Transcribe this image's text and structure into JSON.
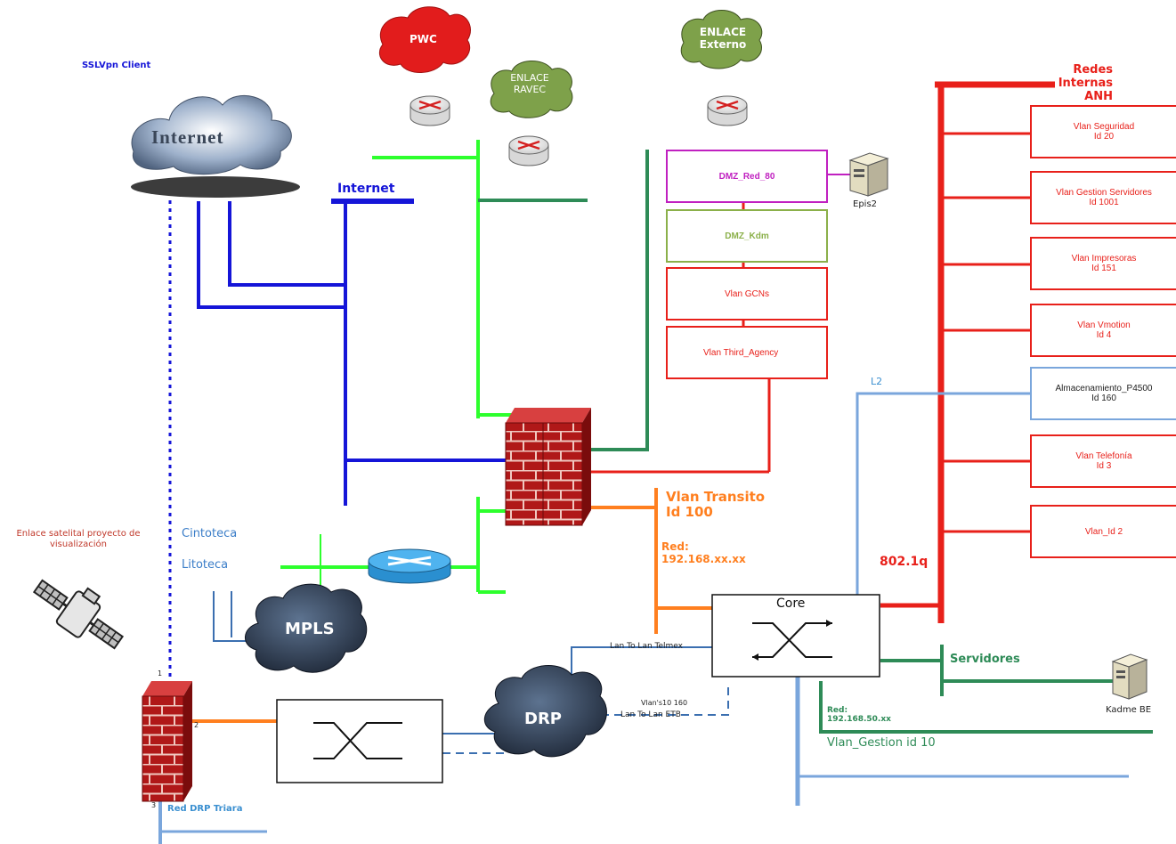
{
  "labels": {
    "sslvpn": "SSLVpn Client",
    "internet_cloud": "Internet",
    "internet_bus": "Internet",
    "pwc": "PWC",
    "ravec": "ENLACE\nRAVEC",
    "externo": "ENLACE\nExterno",
    "epis2": "Epis2",
    "redes_internas": "Redes Internas\nANH",
    "l2": "L2",
    "dot1q": "802.1q",
    "vlan_transito": "Vlan Transito\nId 100",
    "red_transito": "Red:\n192.168.xx.xx",
    "core": "Core",
    "cintoteca": "Cintoteca",
    "litoteca": "Litoteca",
    "satelital": "Enlace satelital proyecto de\nvisualización",
    "mpls": "MPLS",
    "drp": "DRP",
    "lan_telmex": "Lan To Lan Telmex",
    "vlans10": "Vlan's10 160",
    "lan_etb": "Lan To Lan ETB",
    "servidores": "Servidores",
    "kadme": "Kadme BE",
    "red_gestion": "Red:\n192.168.50.xx",
    "vlan_gestion": "Vlan_Gestion id 10",
    "red_drp": "Red DRP Triara",
    "port1": "1",
    "port2": "2",
    "port3": "3"
  },
  "dmz_boxes": [
    {
      "label": "DMZ_Red_80"
    },
    {
      "label": "DMZ_Kdm"
    },
    {
      "label": "Vlan GCNs"
    },
    {
      "label": "Vlan Third_Agency"
    }
  ],
  "vlans": [
    {
      "label": "Vlan Seguridad\nId 20"
    },
    {
      "label": "Vlan Gestion Servidores\nId 1001"
    },
    {
      "label": "Vlan Impresoras\nId 151"
    },
    {
      "label": "Vlan Vmotion\nId 4"
    },
    {
      "label": "Almacenamiento_P4500\nId 160"
    },
    {
      "label": "Vlan Telefonía\nId 3"
    },
    {
      "label": "Vlan_Id 2"
    }
  ],
  "colors": {
    "red": "#e8201a",
    "blue": "#1515d8",
    "green": "#2dff2d",
    "teal": "#2e8b57",
    "orange": "#ff7f1f",
    "light_blue": "#7aa6dc",
    "magenta": "#c020c0",
    "olive": "#8bb04a"
  }
}
